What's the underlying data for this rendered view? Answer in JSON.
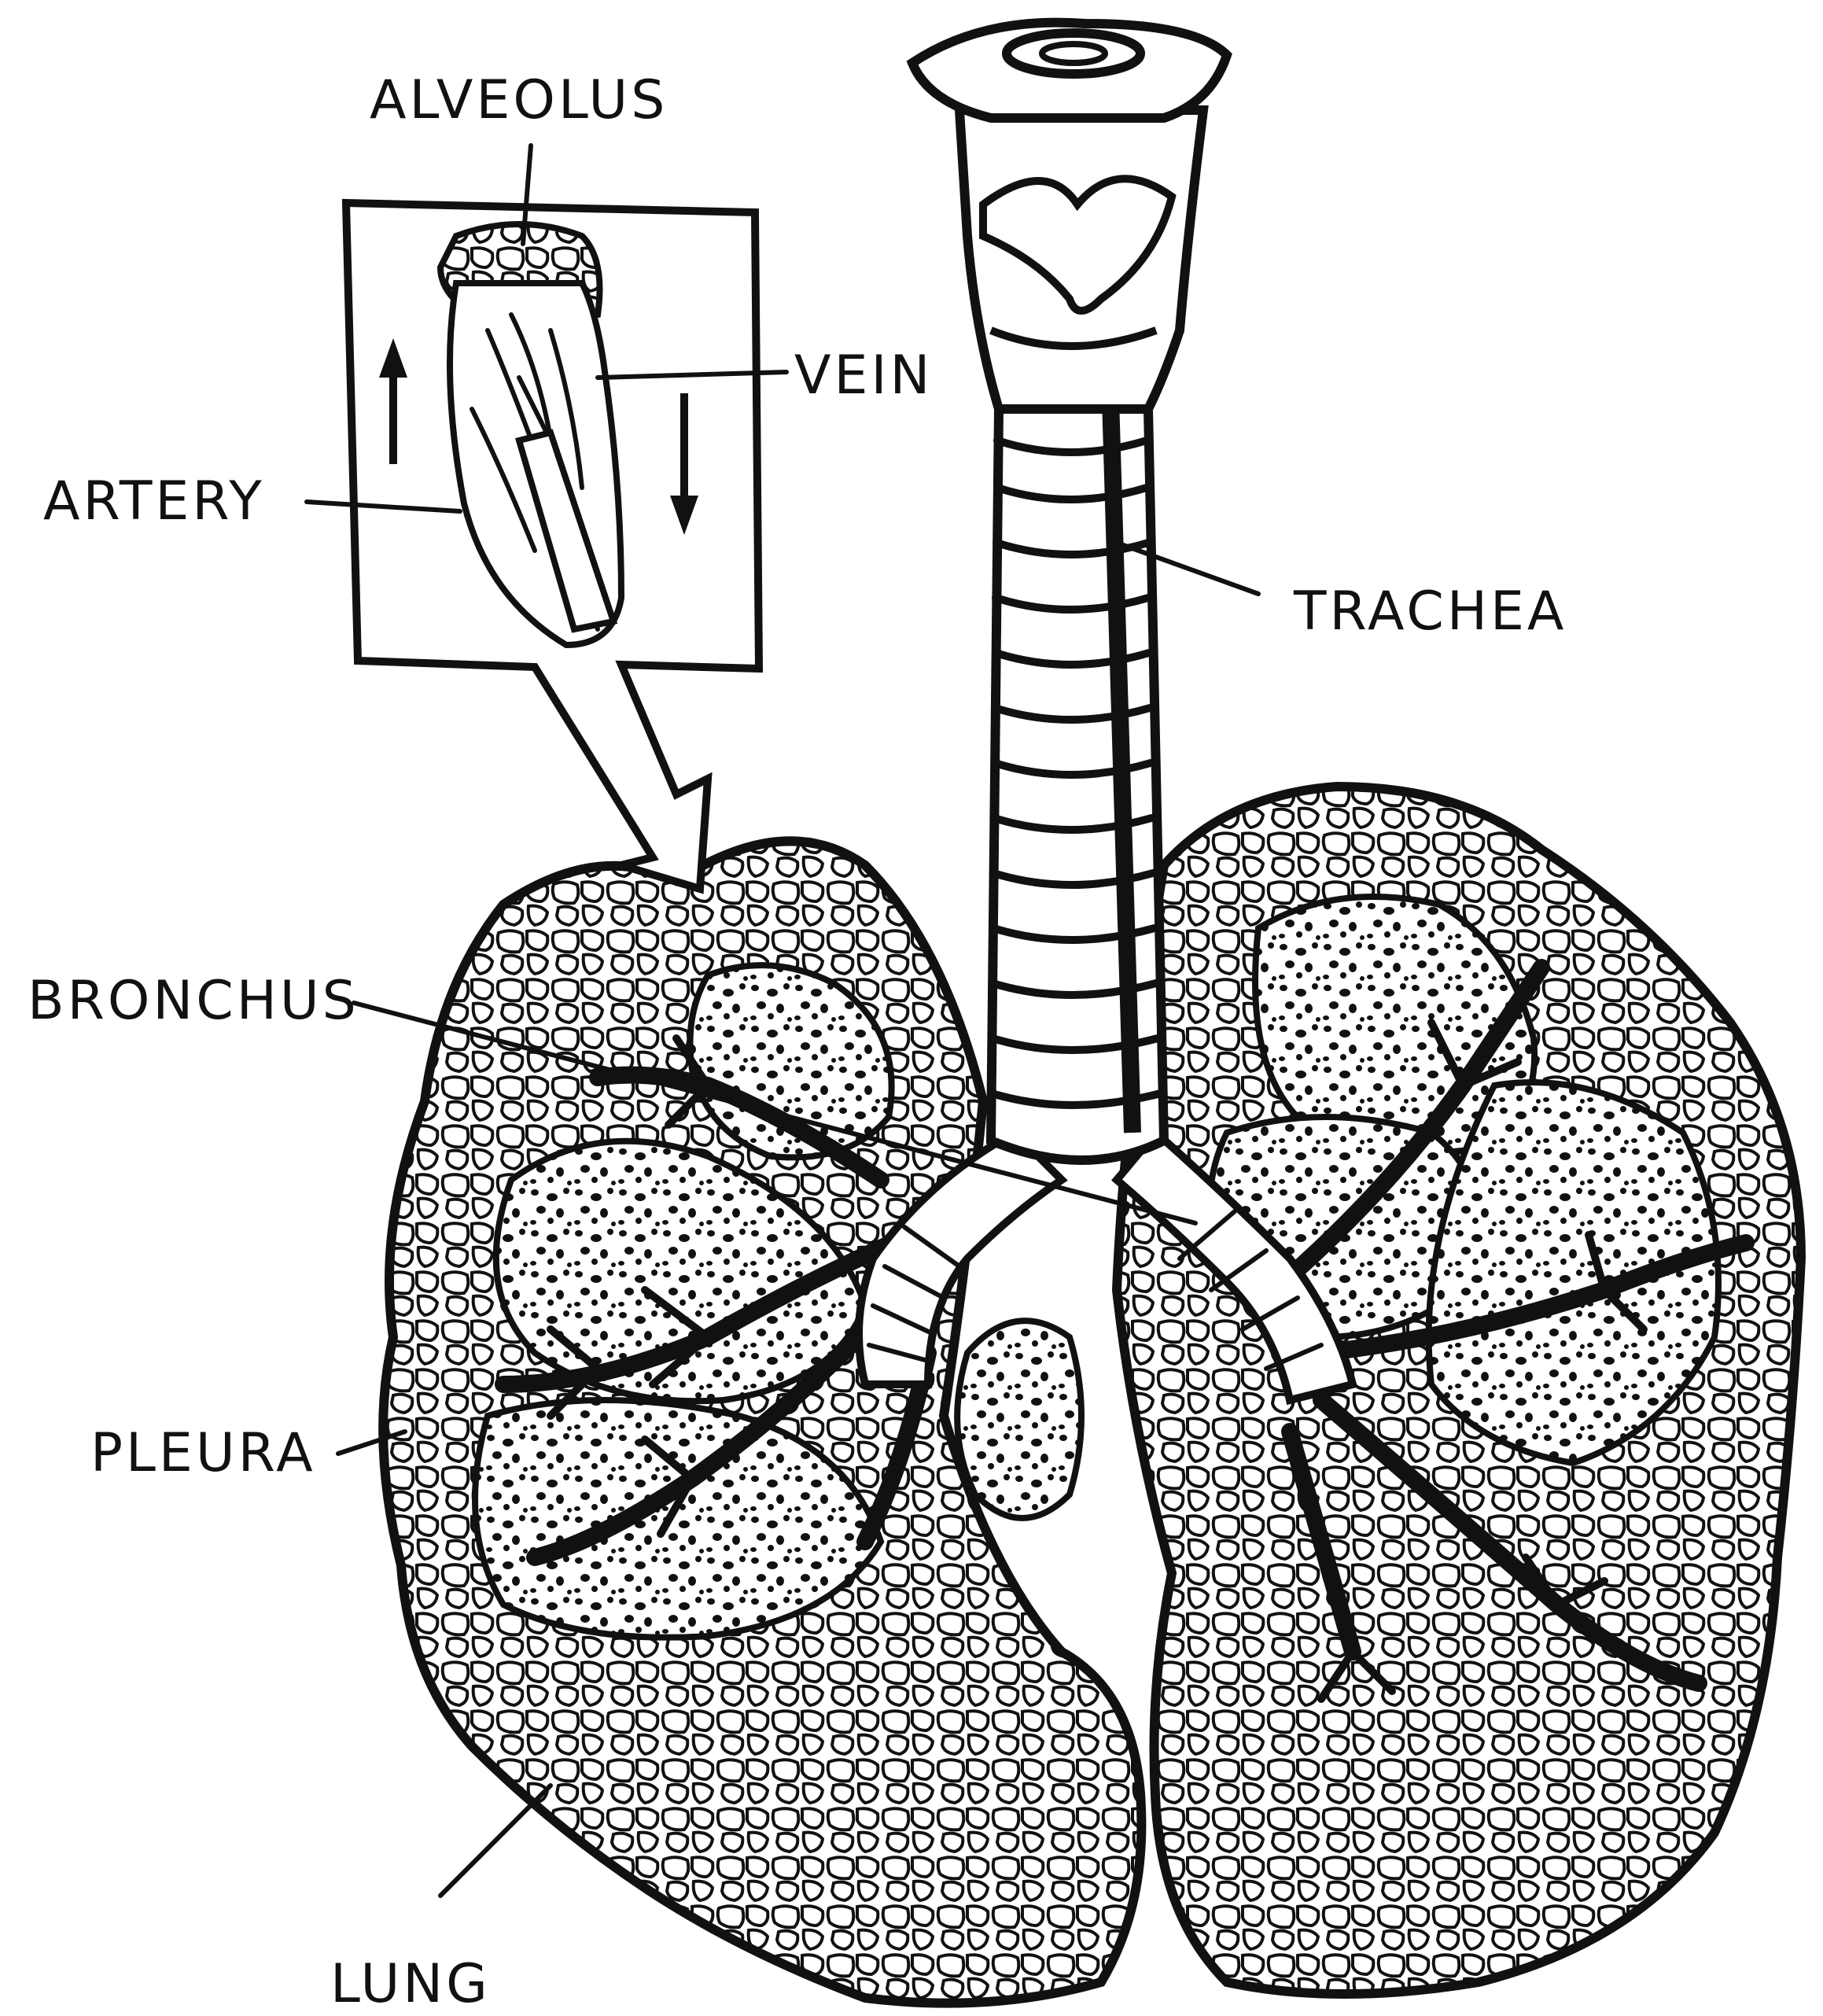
{
  "labels": {
    "alveolus": "ALVEOLUS",
    "vein": "VEIN",
    "artery": "ARTERY",
    "trachea": "TRACHEA",
    "bronchus": "BRONCHUS",
    "pleura": "PLEURA",
    "lung": "LUNG"
  },
  "colors": {
    "ink": "#111111",
    "paper": "#ffffff"
  }
}
